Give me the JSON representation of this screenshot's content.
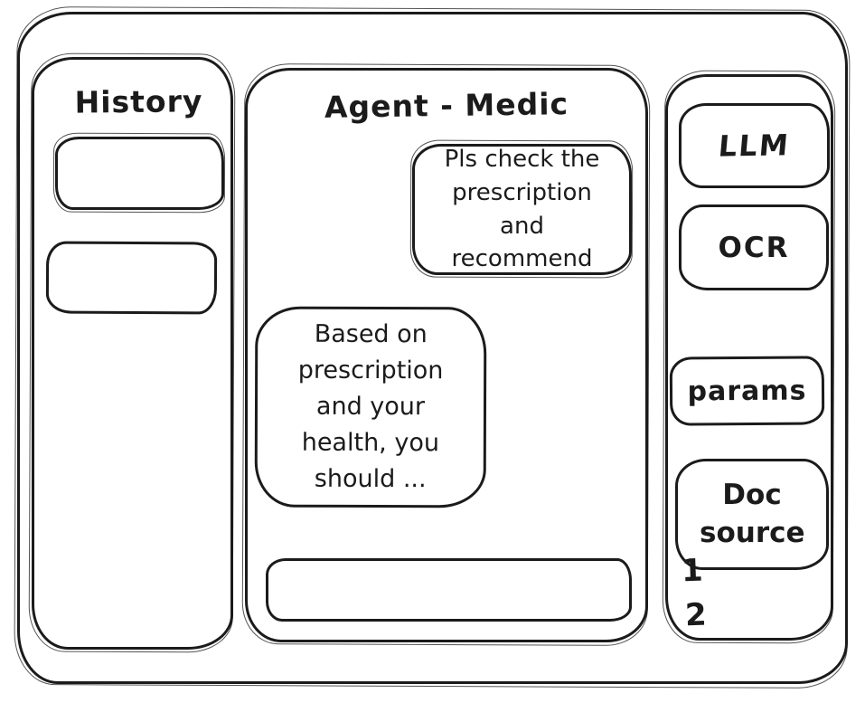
{
  "theme": {
    "ink": "#1b1b1b",
    "background": "#ffffff"
  },
  "history_panel": {
    "title": "History",
    "items": [
      {
        "label": ""
      },
      {
        "label": ""
      }
    ]
  },
  "chat_panel": {
    "title": "Agent - Medic",
    "messages": [
      {
        "role": "user",
        "text": "Pls check the prescription and recommend"
      },
      {
        "role": "assistant",
        "text": "Based on prescription and your health, you should ..."
      }
    ],
    "input": {
      "value": ""
    }
  },
  "tools_panel": {
    "buttons": [
      {
        "label": "LLM"
      },
      {
        "label": "OCR"
      },
      {
        "label": "params"
      },
      {
        "label": "Doc source"
      }
    ],
    "annotations": [
      "1",
      "2"
    ]
  }
}
